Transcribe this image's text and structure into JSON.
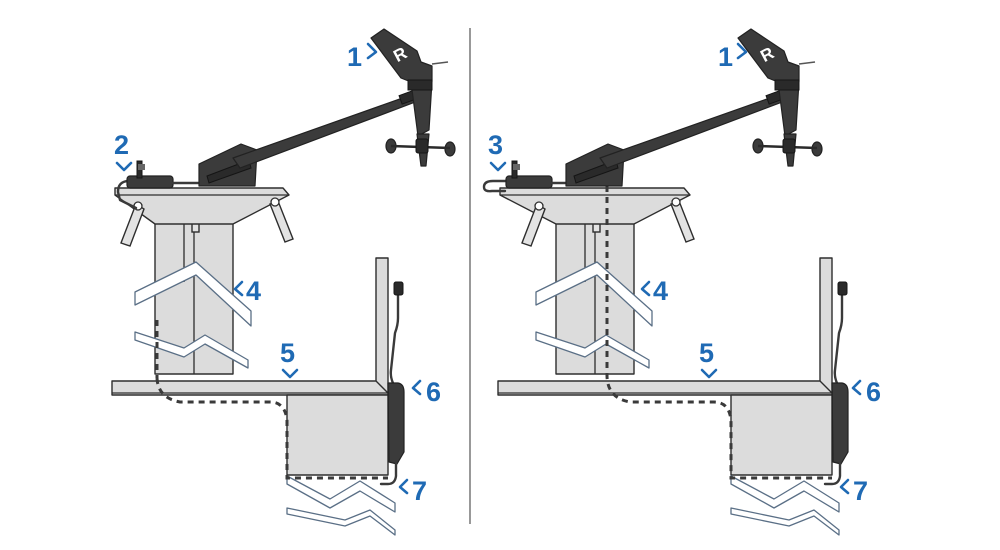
{
  "callouts": {
    "left": {
      "c1": "1",
      "c2": "2",
      "c4": "4",
      "c5": "5",
      "c6": "6",
      "c7": "7"
    },
    "right": {
      "c1": "1",
      "c3": "3",
      "c4": "4",
      "c5": "5",
      "c6": "6",
      "c7": "7"
    }
  },
  "colors": {
    "callout": "#1f6ab4",
    "structure": "#dcdcdc",
    "outline": "#2e2e2e",
    "sensor": "#3b3b3b"
  }
}
